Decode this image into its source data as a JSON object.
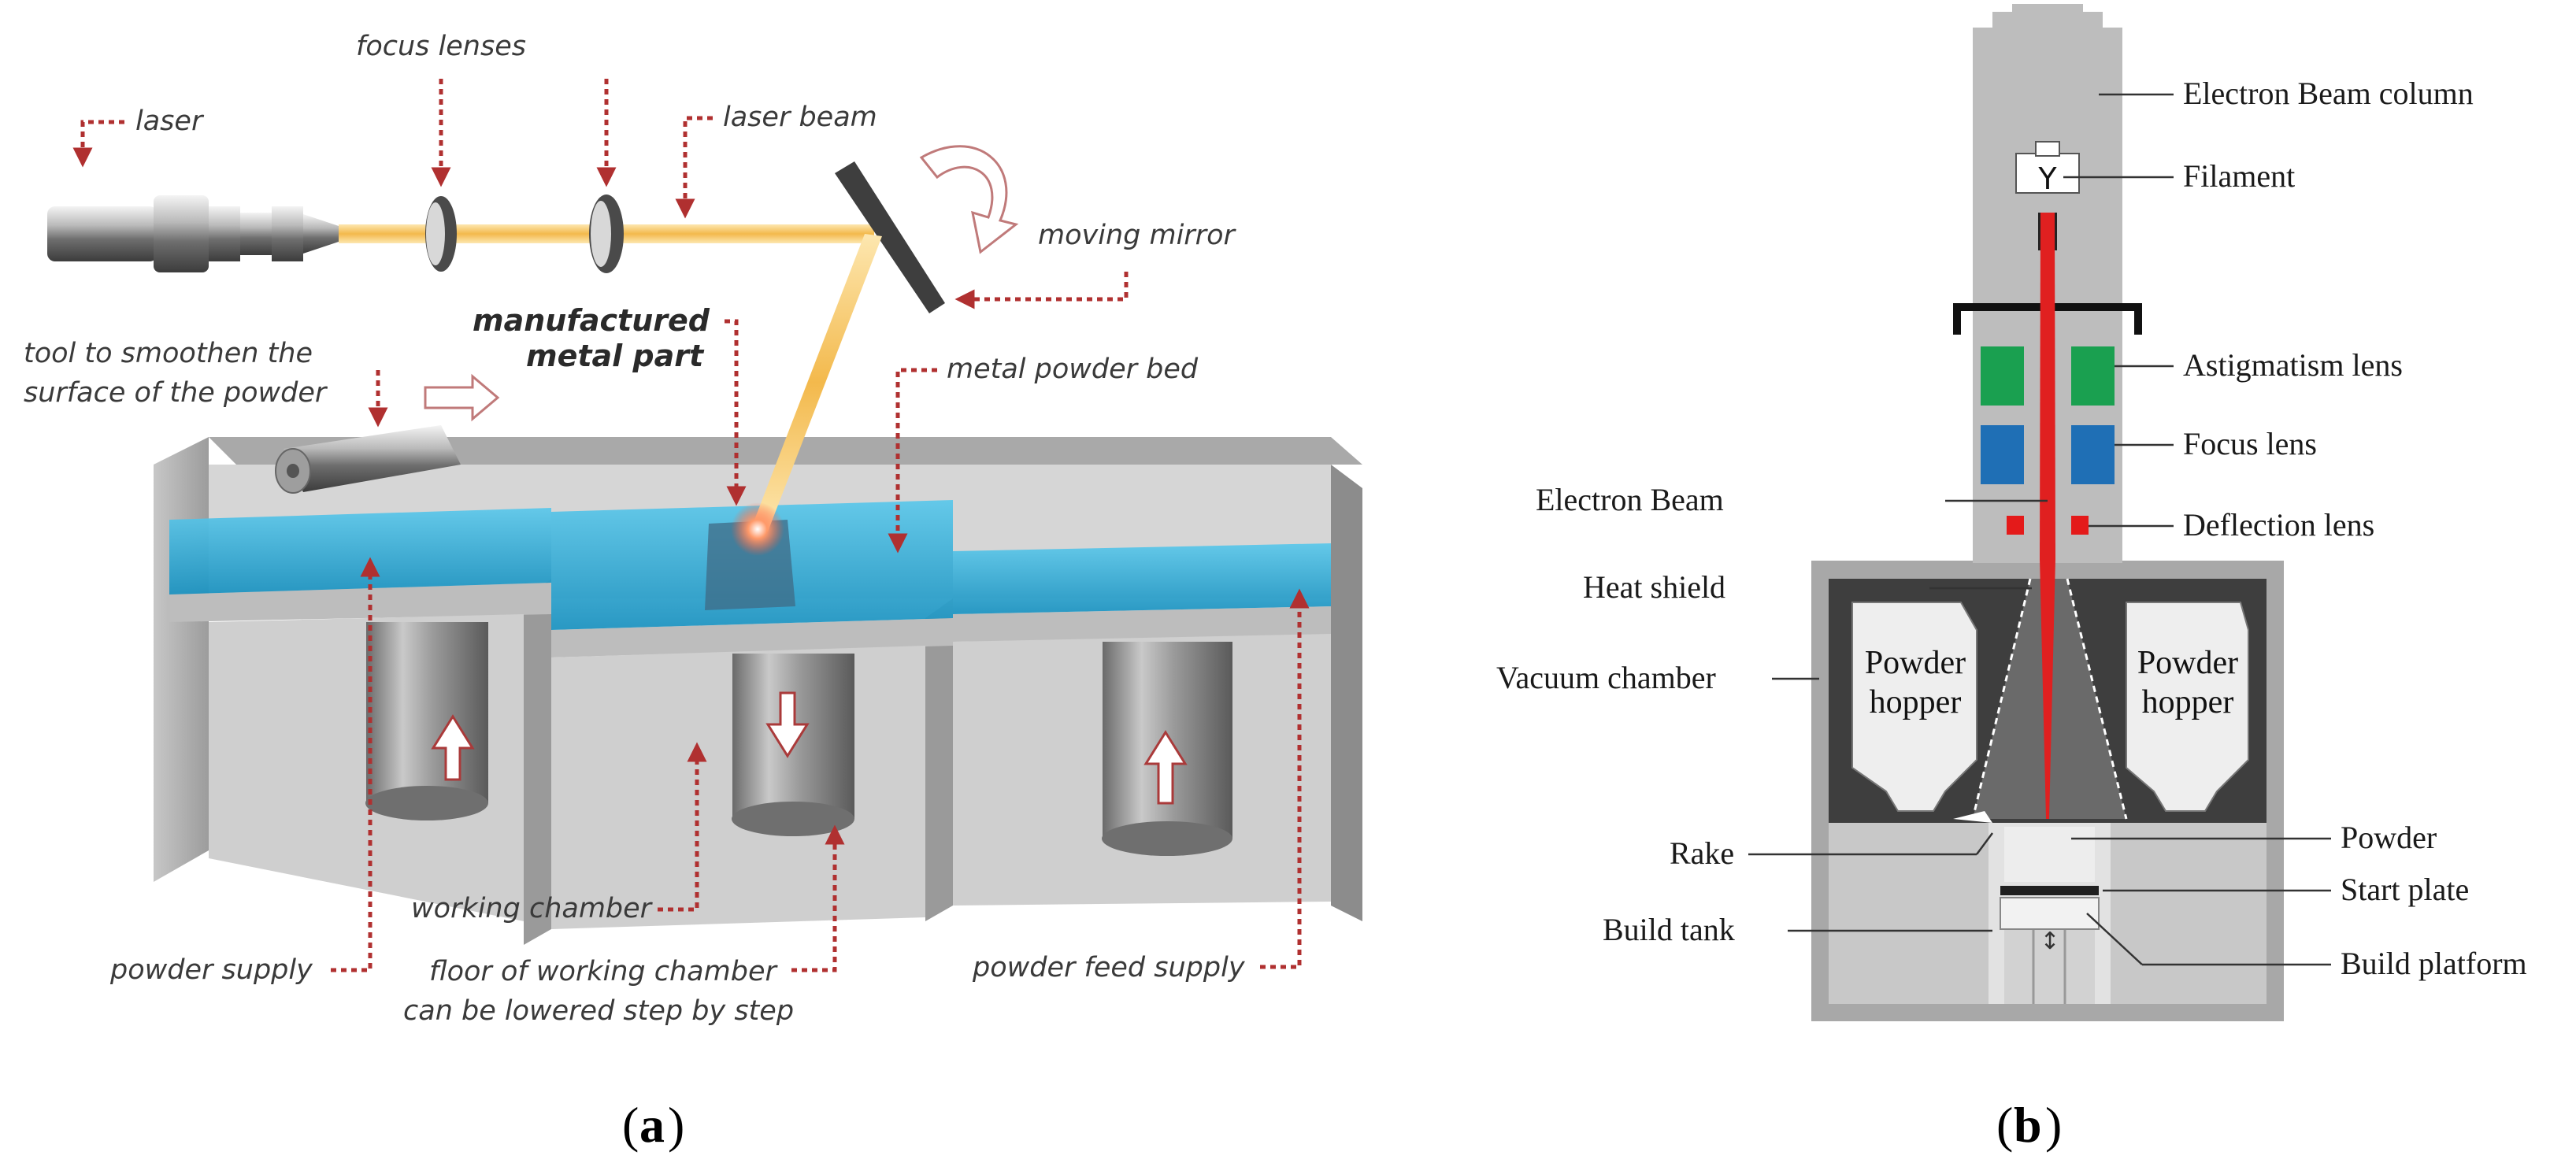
{
  "panel_a": {
    "caption_open": "(",
    "caption_letter": "a",
    "caption_close": ")",
    "labels": {
      "laser": "laser",
      "focus_lenses": "focus lenses",
      "laser_beam": "laser beam",
      "moving_mirror": "moving mirror",
      "tool_line1": "tool to smoothen the",
      "tool_line2": "surface of the powder",
      "part_line1": "manufactured",
      "part_line2": "metal part",
      "powder_bed": "metal powder bed",
      "working_chamber": "working chamber",
      "powder_supply": "powder supply",
      "floor_line1": "floor of working chamber",
      "floor_line2": "can be lowered step by step",
      "powder_feed_supply": "powder feed supply"
    },
    "colors": {
      "arrow": "#b03030",
      "powder": "#3ab4dc",
      "beam": "#f3b94c"
    }
  },
  "panel_b": {
    "caption_open": "(",
    "caption_letter": "b",
    "caption_close": ")",
    "labels": {
      "column": "Electron Beam column",
      "filament": "Filament",
      "astigmatism": "Astigmatism lens",
      "focus": "Focus lens",
      "deflection": "Deflection lens",
      "electron_beam": "Electron Beam",
      "heat_shield": "Heat shield",
      "vacuum_chamber": "Vacuum chamber",
      "rake": "Rake",
      "build_tank": "Build tank",
      "powder": "Powder",
      "start_plate": "Start plate",
      "build_platform": "Build platform",
      "hopper_left_1": "Powder",
      "hopper_left_2": "hopper",
      "hopper_right_1": "Powder",
      "hopper_right_2": "hopper"
    },
    "colors": {
      "beam": "#e02020",
      "astigmatism": "#1aa050",
      "focus": "#1f6fb5",
      "deflection": "#e41a1a"
    }
  }
}
